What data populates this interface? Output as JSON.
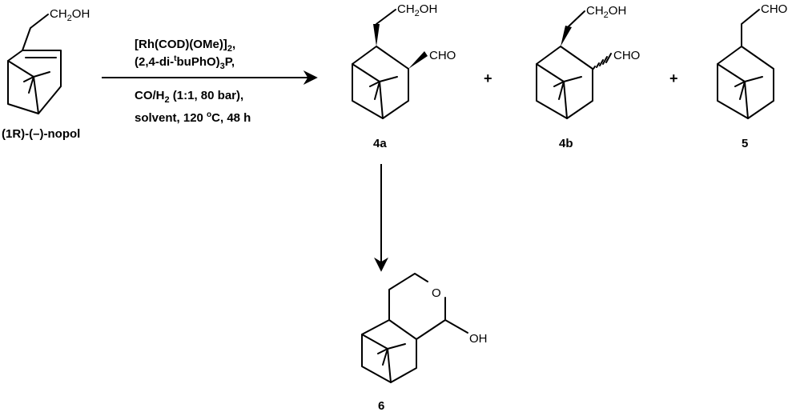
{
  "reaction_conditions": [
    {
      "main": "[Rh(COD)(OMe)]",
      "sub": "2",
      "tail": ","
    },
    {
      "main": "(2,4-di-",
      "sup": "t",
      "main2": "buPhO)",
      "sub": "3",
      "tail": "P,"
    },
    {
      "main": "CO/H",
      "sub": "2",
      "tail": " (1:1, 80 bar),"
    },
    {
      "main": "solvent, 120 ",
      "sup": "o",
      "tail": "C, 48 h"
    }
  ],
  "compounds": {
    "nopol": {
      "label": "(1R)-(–)-nopol",
      "substituent": "CH2OH"
    },
    "c4a": {
      "label": "4a",
      "substituent_top": "CH2OH",
      "substituent_right": "CHO"
    },
    "c4b": {
      "label": "4b",
      "substituent_top": "CH2OH",
      "substituent_right": "CHO"
    },
    "c5": {
      "label": "5",
      "substituent_top": "CHO"
    },
    "c6": {
      "label": "6",
      "ring_atom": "O",
      "substituent": "OH"
    }
  },
  "plus_sign": "+"
}
